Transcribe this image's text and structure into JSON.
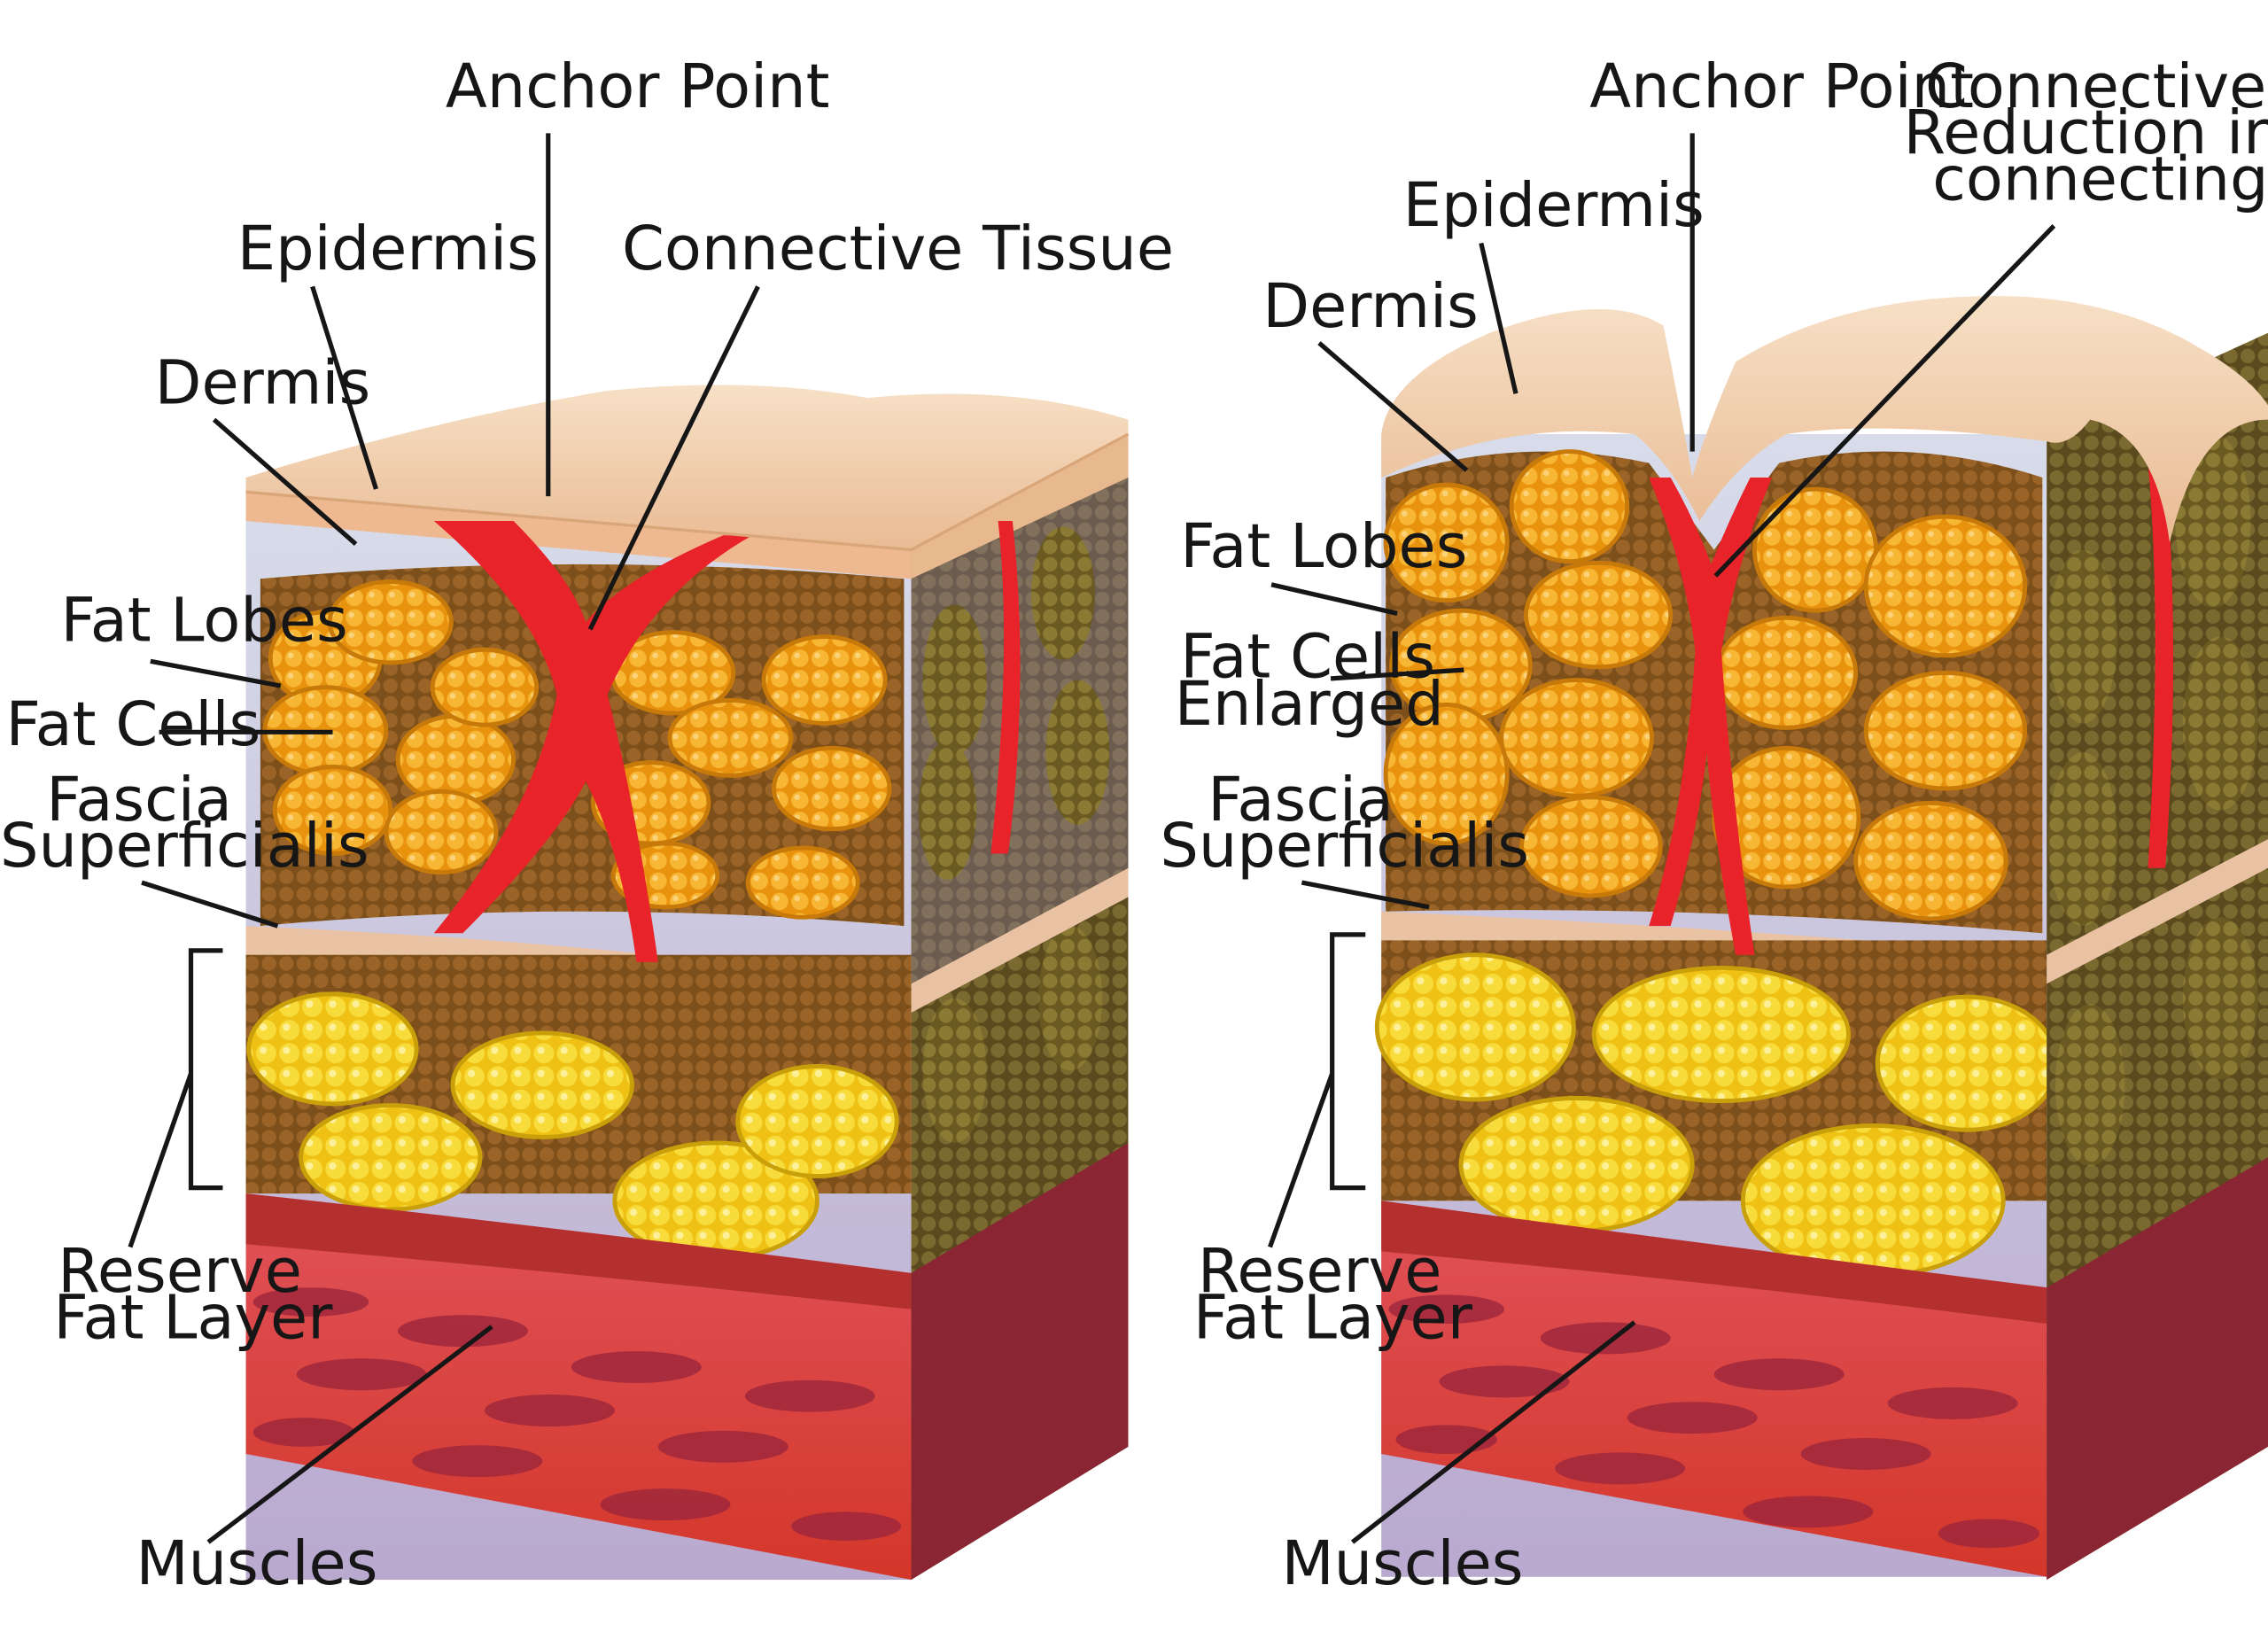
{
  "panels": [
    {
      "name": "normal-skin",
      "labels": {
        "anchor_point": "Anchor Point",
        "epidermis": "Epidermis",
        "connective_tissue": "Connective Tissue",
        "dermis": "Dermis",
        "fat_lobes": "Fat Lobes",
        "fat_cells": "Fat Cells",
        "fascia_1": "Fascia",
        "fascia_2": "Superficialis",
        "reserve_1": "Reserve",
        "reserve_2": "Fat Layer",
        "muscles": "Muscles"
      }
    },
    {
      "name": "cellulite-skin",
      "labels": {
        "anchor_point": "Anchor Point",
        "connective_1": "Connective Tissue",
        "connective_2": "Reduction in vertical",
        "connective_3": "connecting tissue",
        "epidermis": "Epidermis",
        "dermis": "Dermis",
        "fat_lobes": "Fat Lobes",
        "fat_cells_1": "Fat Cells",
        "fat_cells_2": "Enlarged",
        "fascia_1": "Fascia",
        "fascia_2": "Superficialis",
        "reserve_1": "Reserve",
        "reserve_2": "Fat Layer",
        "muscles": "Muscles"
      }
    }
  ],
  "colors": {
    "epidermis": "#f3d2b3",
    "dermis": "#c8c9e0",
    "connective": "#e8232a",
    "fat_tissue": "#8a5a1e",
    "fat_lobe": "#f0a51a",
    "reserve_fat": "#f6d22a",
    "muscle": "#c23a3f",
    "muscle_cell": "#9a2438",
    "side_face": "#6b5a2a"
  }
}
